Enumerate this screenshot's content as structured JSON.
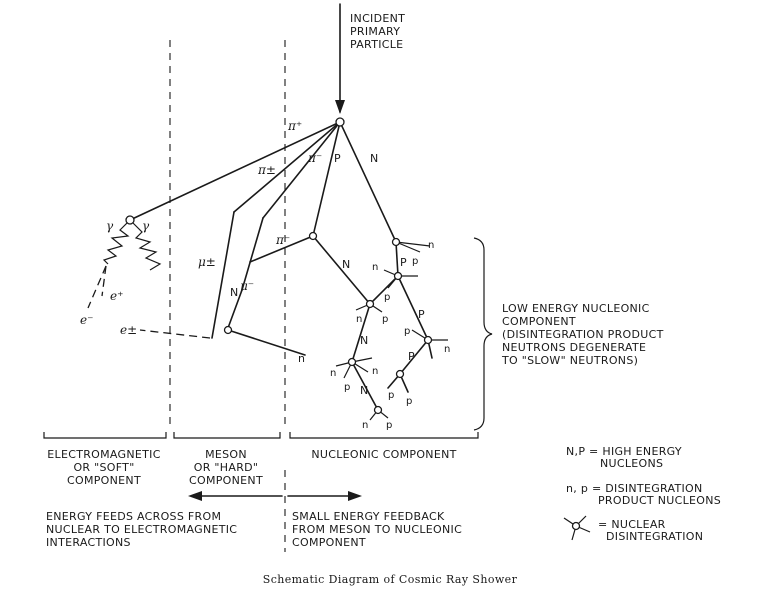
{
  "incident": {
    "line1": "INCIDENT",
    "line2": "PRIMARY",
    "line3": "PARTICLE"
  },
  "particles": {
    "pi_plus": "π⁺",
    "pi_pm": "π±",
    "pi_minus_top": "π⁻",
    "pi_minus_mid": "π⁻",
    "gamma": "γ",
    "mu_pm": "μ±",
    "mu_minus": "μ⁻",
    "e_plus": "e⁺",
    "e_minus": "e⁻",
    "e_pm": "e±",
    "N": "N",
    "P": "P",
    "n": "n",
    "p": "p"
  },
  "low_energy": {
    "line1": "LOW ENERGY NUCLEONIC",
    "line2": "COMPONENT",
    "line3": "(DISINTEGRATION PRODUCT",
    "line4": "NEUTRONS DEGENERATE",
    "line5": "TO \"SLOW\" NEUTRONS)"
  },
  "components": {
    "em_line1": "ELECTROMAGNETIC",
    "em_line2": "OR \"SOFT\"",
    "em_line3": "COMPONENT",
    "meson_line1": "MESON",
    "meson_line2": "OR \"HARD\"",
    "meson_line3": "COMPONENT",
    "nucleonic": "NUCLEONIC COMPONENT"
  },
  "legend": {
    "np_high_line1": "N,P = HIGH ENERGY",
    "np_high_line2": "NUCLEONS",
    "np_low_line1": "n, p  = DISINTEGRATION",
    "np_low_line2": "PRODUCT NUCLEONS",
    "nd_line1": "= NUCLEAR",
    "nd_line2": "DISINTEGRATION"
  },
  "feeds": {
    "left_line1": "ENERGY FEEDS ACROSS FROM",
    "left_line2": "NUCLEAR TO ELECTROMAGNETIC",
    "left_line3": "INTERACTIONS",
    "right_line1": "SMALL ENERGY FEEDBACK",
    "right_line2": "FROM MESON TO NUCLEONIC",
    "right_line3": "COMPONENT"
  },
  "caption": "Schematic Diagram of Cosmic Ray Shower"
}
